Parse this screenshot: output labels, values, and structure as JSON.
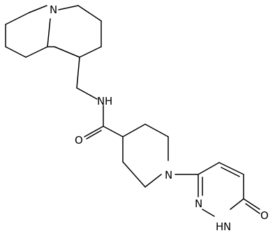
{
  "figure": {
    "type": "chemical-structure",
    "line_color": "#000000",
    "background": "#ffffff"
  },
  "atoms": {
    "ring_nitrogen_quinolizidine": "N",
    "amide_nh": "N",
    "amide_h": "H",
    "carbonyl_oxygen": "O",
    "piperidine_nitrogen": "N",
    "pyridazine_n2": "N",
    "pyridazine_nh": "N",
    "pyridazine_h": "H",
    "pyridazinone_oxygen": "O"
  }
}
